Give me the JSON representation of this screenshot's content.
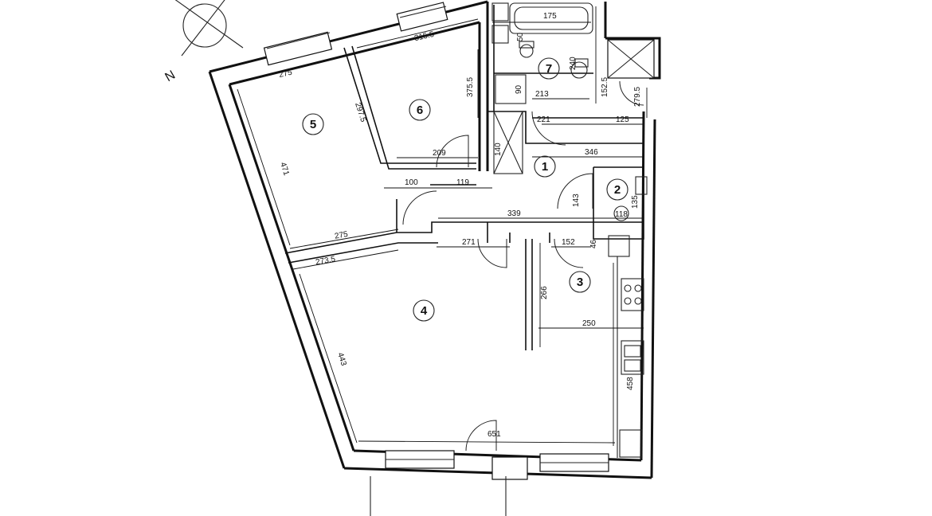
{
  "compass": {
    "label": "N"
  },
  "rooms": [
    "1",
    "2",
    "3",
    "4",
    "5",
    "6",
    "7"
  ],
  "dimensions": {
    "d175": "175",
    "d315_5": "315.5",
    "d275_top": "275",
    "d240": "240",
    "d50": "50",
    "d90": "90",
    "d213": "213",
    "d375_5": "375.5",
    "d152_5": "152.5",
    "d279_5": "279.5",
    "d221": "221",
    "d125": "125",
    "d297_5": "297.5",
    "d209": "209",
    "d140": "140",
    "d346": "346",
    "d471": "471",
    "d100": "100",
    "d119": "119",
    "d143": "143",
    "d135": "135",
    "d118": "118",
    "d339": "339",
    "d275_mid": "275",
    "d271": "271",
    "d152": "152",
    "d46": "46",
    "d273_5": "273.5",
    "d266": "266",
    "d250": "250",
    "d443": "443",
    "d458": "458",
    "d651": "651"
  }
}
